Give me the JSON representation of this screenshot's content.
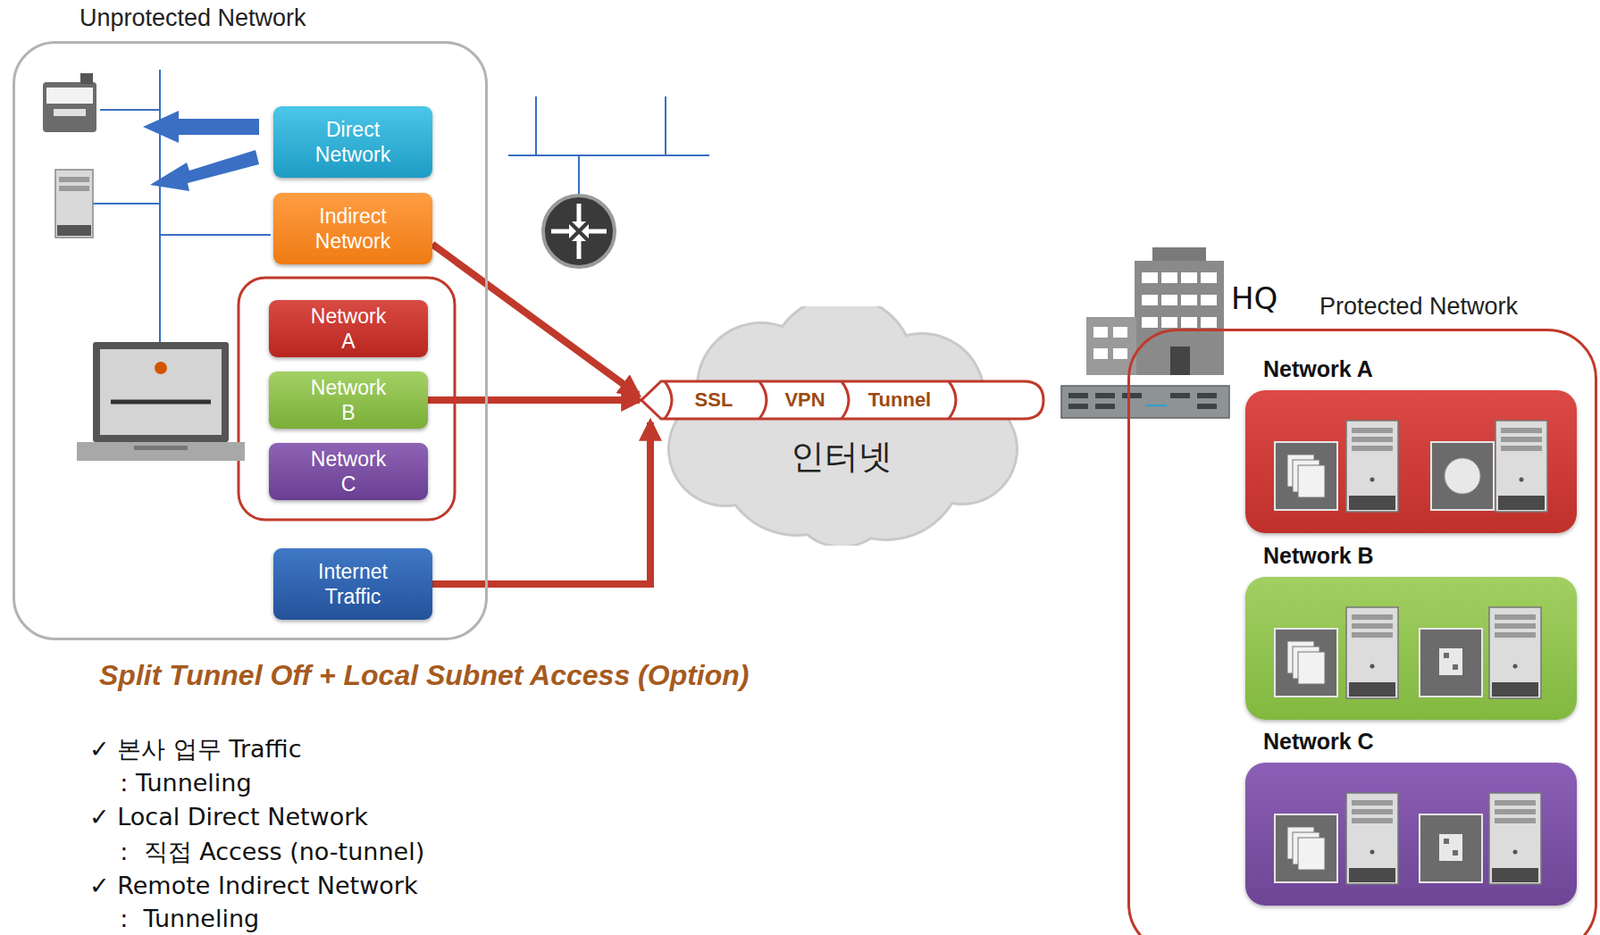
{
  "diagram": {
    "title": "Split Tunnel Off + Local Subnet Access (Option)",
    "nodes": [
      {
        "text": [
          "Unprotected Network"
        ]
      },
      {
        "text": [
          "Direct Network"
        ],
        "in": 0
      },
      {
        "text": [
          "Indirect Network"
        ],
        "in": 0
      },
      {
        "text": [
          "Network A"
        ],
        "in": 0
      },
      {
        "text": [
          "Network B"
        ],
        "in": 0
      },
      {
        "text": [
          "Network C"
        ],
        "in": 0
      },
      {
        "text": [
          "Internet Traffic"
        ],
        "in": 0
      },
      {
        "text": [
          "인터넷"
        ]
      },
      {
        "text": [
          "SSL",
          "VPN",
          "Tunnel"
        ]
      },
      {
        "text": [
          "Protected Network"
        ]
      },
      {
        "text": [
          "Network A"
        ],
        "in": 9
      },
      {
        "text": [
          "Network B"
        ],
        "in": 9
      },
      {
        "text": [
          "Network C"
        ],
        "in": 9
      }
    ],
    "edges": [
      {
        "from": 2,
        "to": 8,
        "arrow": "to"
      },
      {
        "from": 4,
        "to": 8,
        "arrow": "to"
      },
      {
        "from": 6,
        "to": 8,
        "arrow": "to"
      }
    ],
    "labels": [
      "HQ",
      "✓ 본사 업무 Traffic",
      "    : Tunneling",
      "✓ Local Direct Network",
      "    :  직접 Access (no-tunnel)",
      "✓ Remote Indirect Network",
      "    :  Tunneling"
    ]
  }
}
